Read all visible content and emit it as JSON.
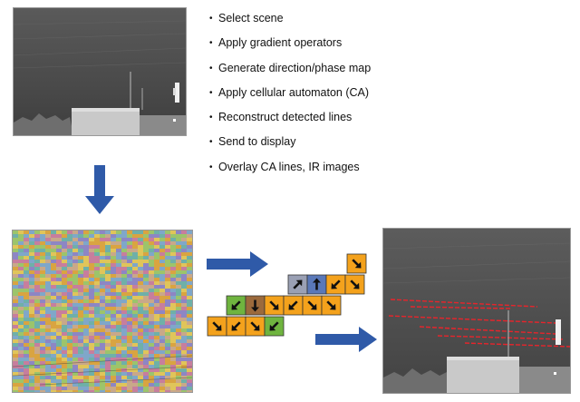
{
  "steps": [
    "Select scene",
    "Apply gradient operators",
    "Generate direction/phase map",
    "Apply cellular automaton (CA)",
    "Reconstruct detected lines",
    "Send to display",
    "Overlay CA lines, IR images"
  ],
  "colors": {
    "arrow": "#2f5aa8",
    "line_overlay": "#e8242b",
    "ca_orange": "#f4a21c",
    "ca_green": "#6fb43f",
    "ca_blue": "#5a78b8",
    "ca_brown": "#9b6a3c",
    "ca_gray": "#9aa0b4"
  },
  "icons": {
    "flow_arrow": "thick-block-arrow",
    "ca_cell_arrow": "direction-arrow"
  }
}
